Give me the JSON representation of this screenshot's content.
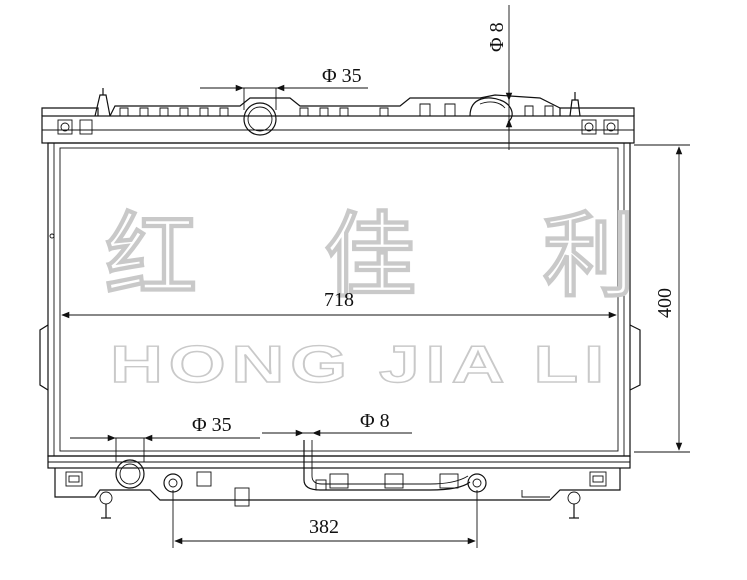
{
  "drawing": {
    "watermark_cn": "红 佳 利",
    "watermark_en": "HONG JIA LI",
    "dimensions": {
      "top_pipe_dia": "Φ 35",
      "top_small_dia": "Φ 8",
      "core_width": "718",
      "core_height": "400",
      "bottom_pipe_dia": "Φ 35",
      "bottom_small_dia": "Φ 8",
      "pipe_spacing": "382"
    }
  },
  "colors": {
    "line": "#111111",
    "watermark_outline": "#c9c9c9",
    "background": "#ffffff"
  }
}
